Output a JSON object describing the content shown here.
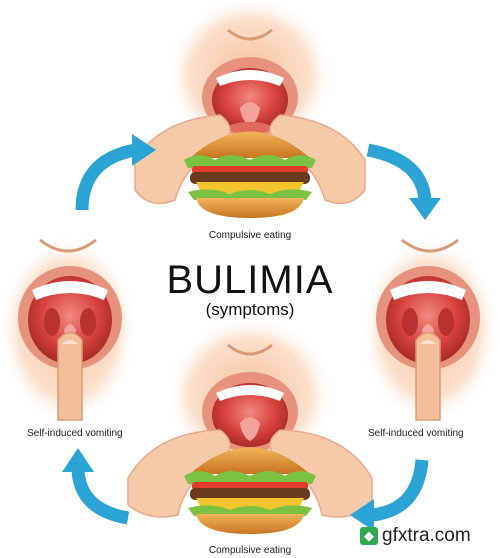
{
  "title": "BULIMIA",
  "subtitle": "(symptoms)",
  "captions": {
    "top": "Compulsive eating",
    "bottom": "Compulsive eating",
    "left": "Self-induced vomiting",
    "right": "Self-induced vomiting"
  },
  "watermark": "gfxtra.com",
  "colors": {
    "arrow": "#2ba3d4",
    "skin": "#f7c6a3",
    "mouth": "#d9403a",
    "lettuce": "#7cc242",
    "bun": "#e69a3a"
  }
}
